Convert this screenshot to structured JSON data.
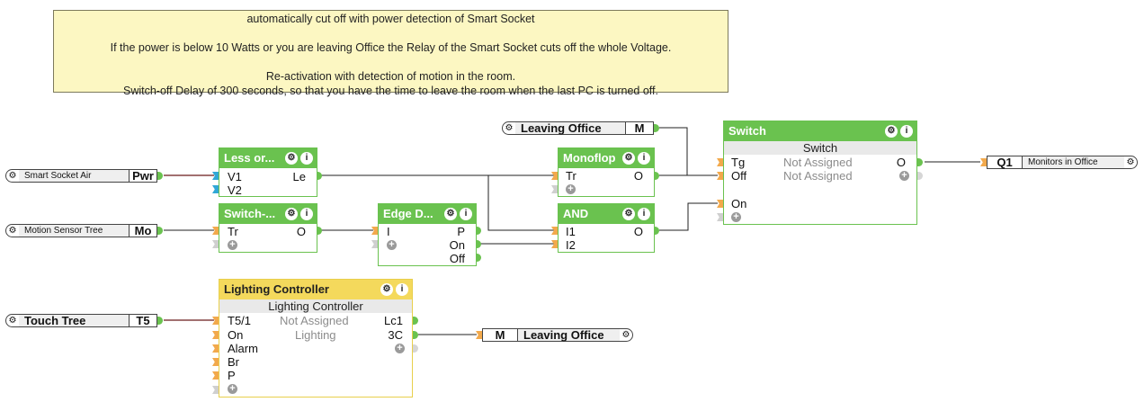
{
  "note": {
    "lines": [
      "automatically cut off with power detection of Smart Socket",
      "",
      "If the power is below 10 Watts or you are leaving Office the Relay of the Smart Socket cuts off the whole Voltage.",
      "",
      "Re-activation with detection of motion in the room.",
      "Switch-off Delay of 300 seconds, so that you have the time to leave the room when the last PC is turned off."
    ]
  },
  "inputs": {
    "smart_socket": {
      "name": "Smart Socket Air",
      "code": "Pwr"
    },
    "motion_sensor": {
      "name": "Motion Sensor Tree",
      "code": "Mo"
    },
    "touch_tree": {
      "name": "Touch Tree",
      "code": "T5"
    },
    "leaving_office_in": {
      "name": "Leaving Office",
      "code": "M"
    }
  },
  "outputs": {
    "monitors": {
      "code": "Q1",
      "name": "Monitors in Office"
    },
    "leaving_office_out": {
      "code": "M",
      "name": "Leaving Office"
    }
  },
  "blocks": {
    "less_or": {
      "title": "Less or...",
      "inputs": [
        "V1",
        "V2"
      ],
      "outputs": [
        "Le"
      ]
    },
    "switch_off": {
      "title": "Switch-...",
      "inputs": [
        "Tr"
      ],
      "outputs": [
        "O"
      ]
    },
    "edge": {
      "title": "Edge D...",
      "inputs": [
        "I"
      ],
      "outputs": [
        "P",
        "On",
        "Off"
      ]
    },
    "monoflop": {
      "title": "Monoflop",
      "inputs": [
        "Tr"
      ],
      "outputs": [
        "O"
      ]
    },
    "and": {
      "title": "AND",
      "inputs": [
        "I1",
        "I2"
      ],
      "outputs": [
        "O"
      ]
    },
    "switch": {
      "title": "Switch",
      "subtitle": "Switch",
      "inputs": [
        "Tg",
        "Off",
        "On"
      ],
      "outputs": [
        "O"
      ],
      "assign": [
        "Not Assigned",
        "Not Assigned"
      ]
    },
    "lighting": {
      "title": "Lighting Controller",
      "subtitle": "Lighting Controller",
      "inputs": [
        "T5/1",
        "On",
        "Alarm",
        "Br",
        "P"
      ],
      "outputs": [
        "Lc1",
        "3C"
      ],
      "assign": [
        "Not Assigned",
        "Lighting"
      ]
    }
  },
  "icons": {
    "gear": "⚙",
    "info": "i",
    "plus": "+"
  },
  "colors": {
    "green": "#6ac24f",
    "yellow": "#f4d95c",
    "note_bg": "#fcf7c2",
    "pin_orange": "#f2a94c",
    "pin_blue": "#30a7d6"
  }
}
